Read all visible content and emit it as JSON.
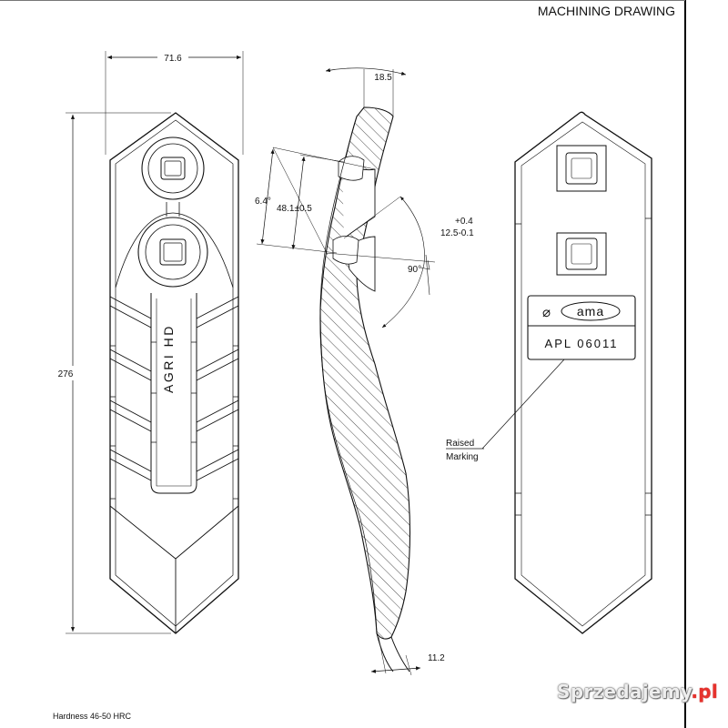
{
  "title": "MACHINING DRAWING",
  "footer": "Hardness 46-50 HRC",
  "watermark": {
    "text": "Sprzedajemy",
    "suffix": ".pl",
    "accent_color": "#e6322d"
  },
  "front_view": {
    "width_dim": "71.6",
    "height_dim": "276",
    "embossed_text": "AGRI HD"
  },
  "side_view": {
    "top_thickness": "18.5",
    "angle_small": "6.4°",
    "offset": "48.1±0.5",
    "tol_upper": "+0.4",
    "tol_main": "12.5-0.1",
    "right_angle": "90°",
    "bottom_thickness": "11.2"
  },
  "back_view": {
    "logo_symbol": "⌀",
    "logo_text": "ama",
    "part_number": "APL 06011",
    "callout_line1": "Raised",
    "callout_line2": "Marking"
  }
}
